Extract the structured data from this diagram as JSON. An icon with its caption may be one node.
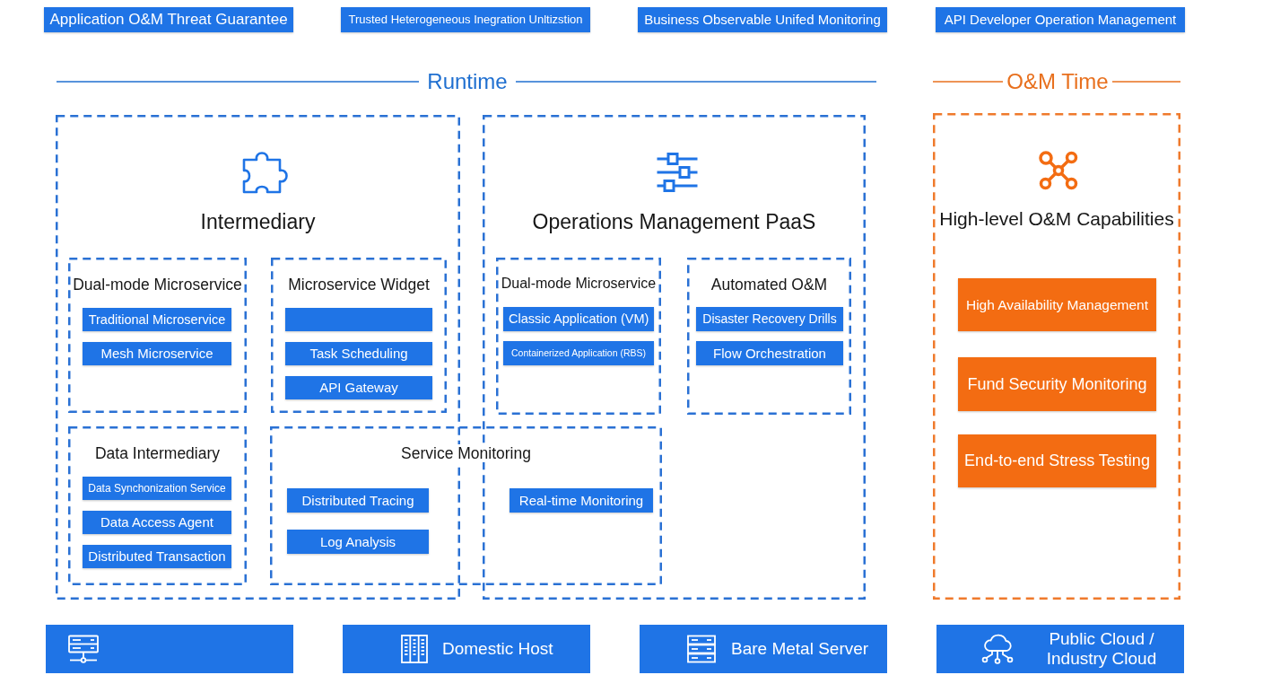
{
  "diagram": {
    "nodes": [
      {
        "text": [
          "Application O&M Threat Guarantee"
        ]
      },
      {
        "text": [
          "Trusted Heterogeneous Inegration Unltizstion"
        ]
      },
      {
        "text": [
          "Business Observable Unifed Monitoring"
        ]
      },
      {
        "text": [
          "API Developer Operation Management"
        ]
      },
      {
        "text": [
          "Intermediary"
        ]
      },
      {
        "text": [
          "Dual-mode Microservice"
        ],
        "in": 4
      },
      {
        "text": [
          "Traditional Microservice"
        ],
        "in": 5
      },
      {
        "text": [
          "Mesh Microservice"
        ],
        "in": 5
      },
      {
        "text": [
          "Microservice Widget"
        ],
        "in": 4
      },
      {
        "text": [],
        "shape": "box",
        "in": 8
      },
      {
        "text": [
          "Task Scheduling"
        ],
        "in": 8
      },
      {
        "text": [
          "API Gateway"
        ],
        "in": 8
      },
      {
        "text": [
          "Data Intermediary"
        ],
        "in": 4
      },
      {
        "text": [
          "Data Synchonization Service"
        ],
        "in": 12
      },
      {
        "text": [
          "Data Access Agent"
        ],
        "in": 12
      },
      {
        "text": [
          "Distributed Transaction"
        ],
        "in": 12
      },
      {
        "text": [
          "Operations Management PaaS"
        ]
      },
      {
        "text": [
          "Dual-mode Microservice"
        ],
        "in": 16
      },
      {
        "text": [
          "Classic Application (VM)"
        ],
        "in": 17
      },
      {
        "text": [
          "Containerized Application (RBS)"
        ],
        "in": 17
      },
      {
        "text": [
          "Automated O&M"
        ],
        "in": 16
      },
      {
        "text": [
          "Disaster Recovery Drills"
        ],
        "in": 20
      },
      {
        "text": [
          "Flow Orchestration"
        ],
        "in": 20
      },
      {
        "text": [
          "Service Monitoring"
        ]
      },
      {
        "text": [
          "Distributed Tracing"
        ]
      },
      {
        "text": [
          "Log Analysis"
        ]
      },
      {
        "text": [
          "Real-time Monitoring"
        ]
      },
      {
        "text": [
          "High-level O&M Capabilities"
        ]
      },
      {
        "text": [
          "High Availability Management"
        ],
        "in": 27
      },
      {
        "text": [
          "Fund Security Monitoring"
        ],
        "in": 27
      },
      {
        "text": [
          "End-to-end Stress Testing"
        ],
        "in": 27
      },
      {
        "text": [],
        "shape": "box"
      },
      {
        "text": [
          "Domestic Host"
        ]
      },
      {
        "text": [
          "Bare Metal Server"
        ]
      },
      {
        "text": [
          "Public Cloud / Industry Cloud"
        ]
      }
    ],
    "edges": [],
    "labels": [
      "Runtime",
      "O&M Time"
    ]
  }
}
